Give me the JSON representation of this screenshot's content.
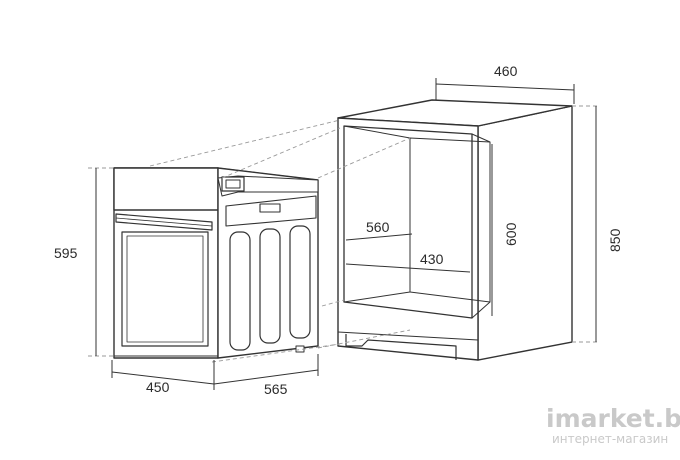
{
  "dimensions": {
    "oven_width": "450",
    "oven_height": "595",
    "oven_depth": "565",
    "niche_depth": "560",
    "niche_width": "430",
    "niche_height": "600",
    "cabinet_width": "460",
    "cabinet_height": "850"
  },
  "watermark": {
    "brand": "imarket.by",
    "subtitle": "интернет-магазин"
  }
}
